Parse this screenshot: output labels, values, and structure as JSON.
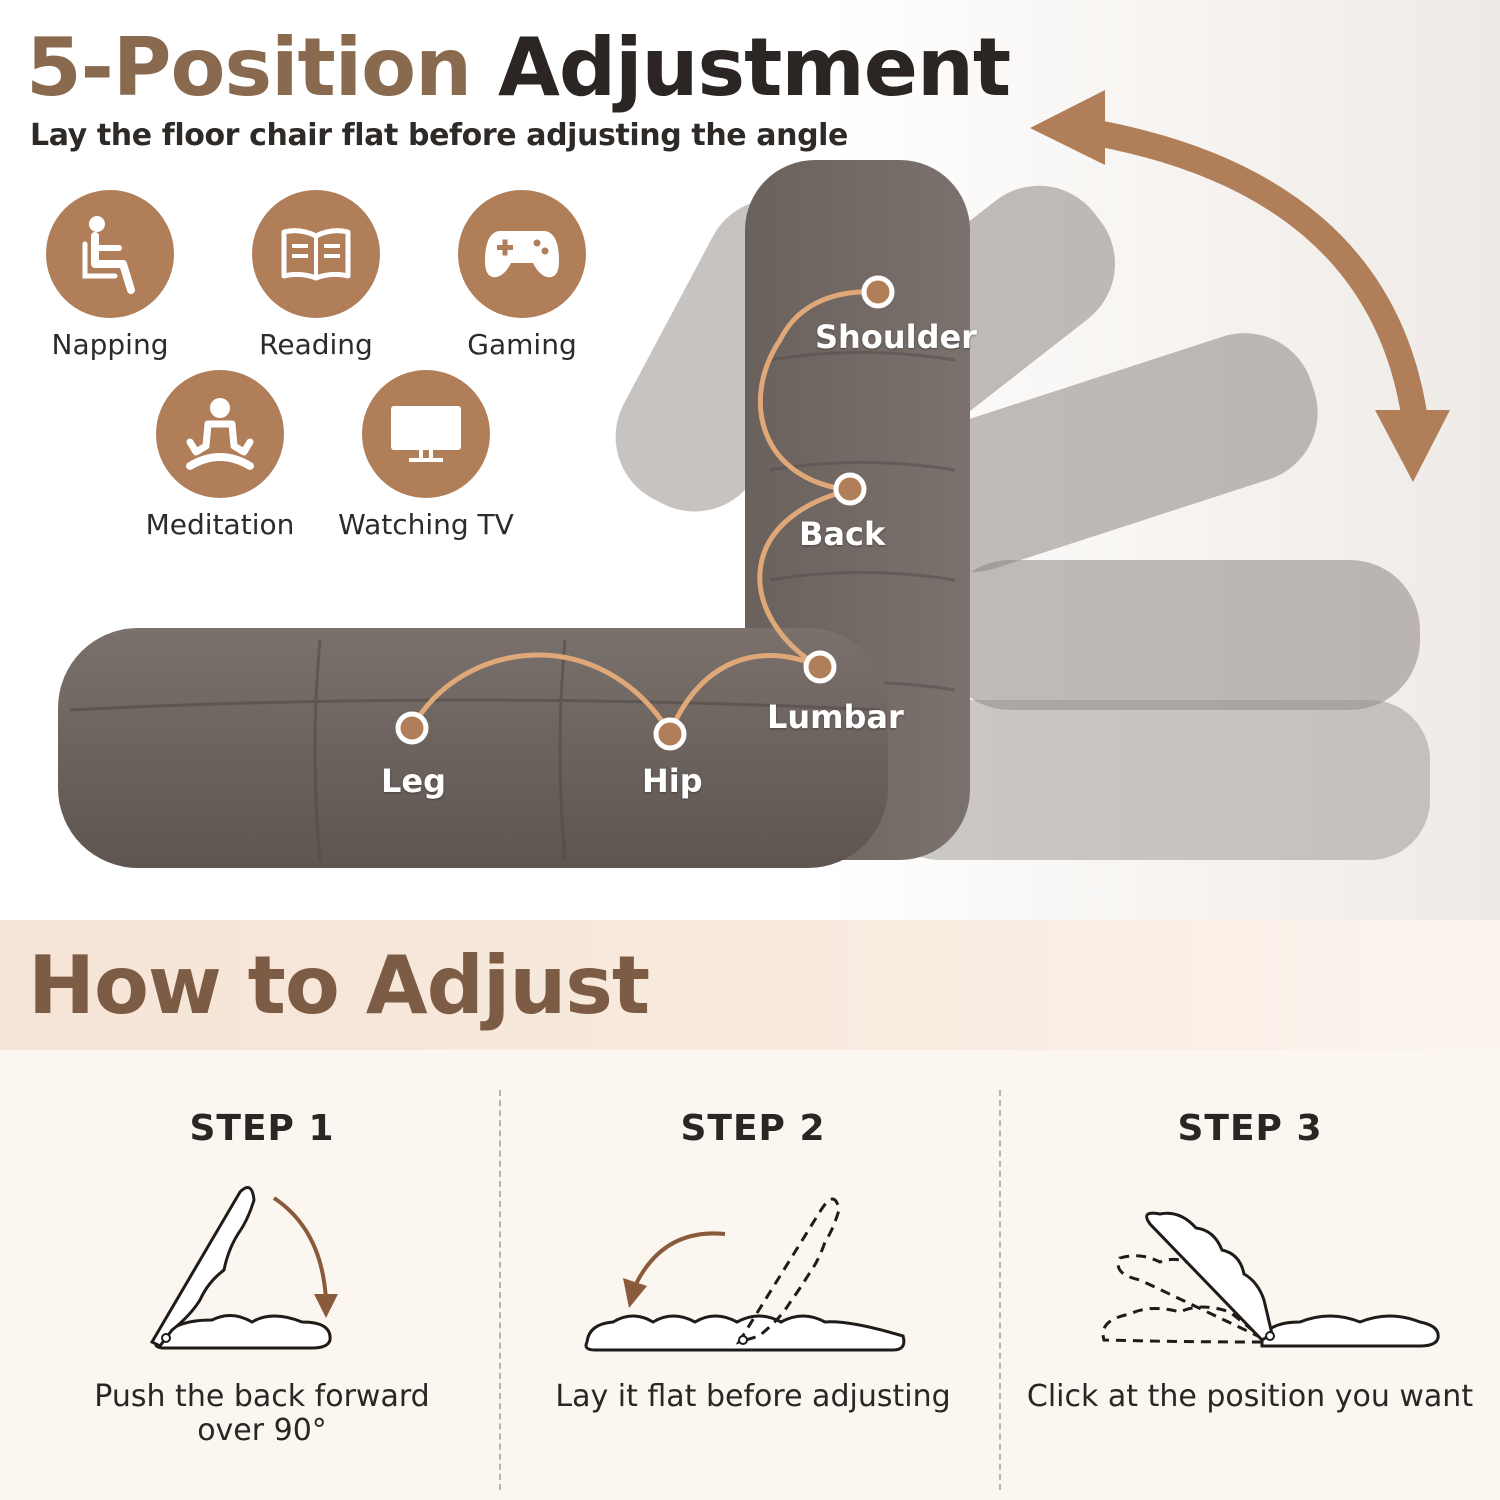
{
  "header": {
    "title_part1": "5-Position",
    "title_part2": "Adjustment",
    "subtitle": "Lay the floor chair flat before adjusting the angle"
  },
  "uses": [
    {
      "icon": "napping-icon",
      "label": "Napping"
    },
    {
      "icon": "reading-icon",
      "label": "Reading"
    },
    {
      "icon": "gaming-icon",
      "label": "Gaming"
    },
    {
      "icon": "meditation-icon",
      "label": "Meditation"
    },
    {
      "icon": "watching-tv-icon",
      "label": "Watching TV"
    }
  ],
  "support_points": {
    "shoulder": "Shoulder",
    "back": "Back",
    "lumbar": "Lumbar",
    "leg": "Leg",
    "hip": "Hip"
  },
  "how_to": {
    "title": "How to Adjust",
    "steps": [
      {
        "title": "STEP 1",
        "description_line1": "Push the back forward",
        "description_line2": "over 90°"
      },
      {
        "title": "STEP 2",
        "description_line1": "Lay it flat before adjusting"
      },
      {
        "title": "STEP 3",
        "description_line1": "Click at the position you want"
      }
    ]
  },
  "colors": {
    "accent": "#b07e58",
    "title_brown": "#8a6a4f",
    "dark_text": "#2b2623",
    "chair_fabric": "#6e6561",
    "band_bg": "#f6e4d6"
  }
}
